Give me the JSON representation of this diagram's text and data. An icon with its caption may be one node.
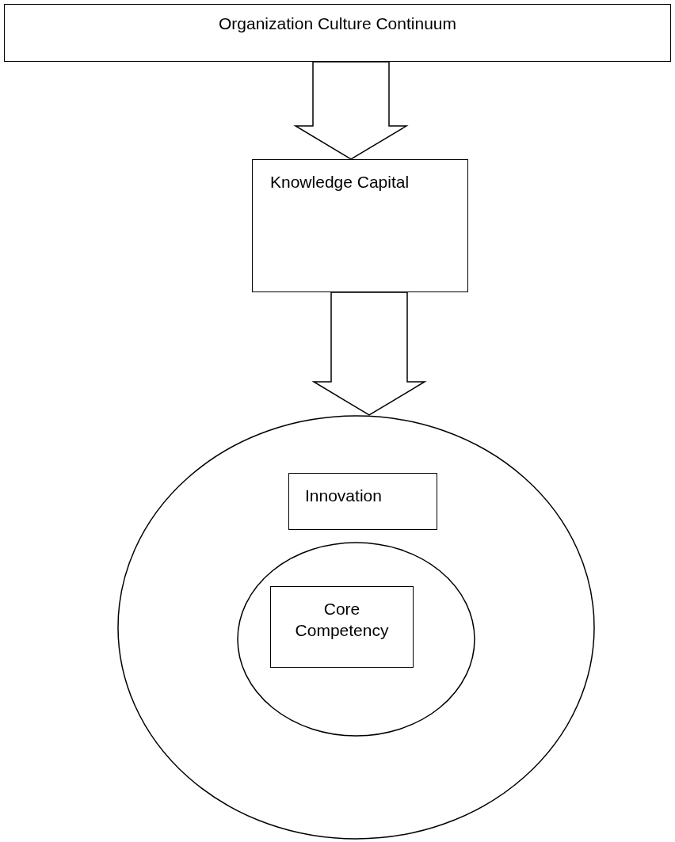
{
  "diagram": {
    "nodes": [
      {
        "text": [
          "Organization Culture Continuum"
        ]
      },
      {
        "text": [
          "Knowledge Capital"
        ]
      },
      {
        "text": [],
        "shape": "circle"
      },
      {
        "text": [
          "Innovation"
        ],
        "in": 2
      },
      {
        "text": [],
        "shape": "circle",
        "in": 2
      },
      {
        "text": [
          "Core Competency"
        ],
        "in": 4
      }
    ],
    "edges": [
      {
        "from": 0,
        "to": 1,
        "arrow": "to"
      },
      {
        "from": 1,
        "to": 2,
        "arrow": "to"
      }
    ]
  }
}
